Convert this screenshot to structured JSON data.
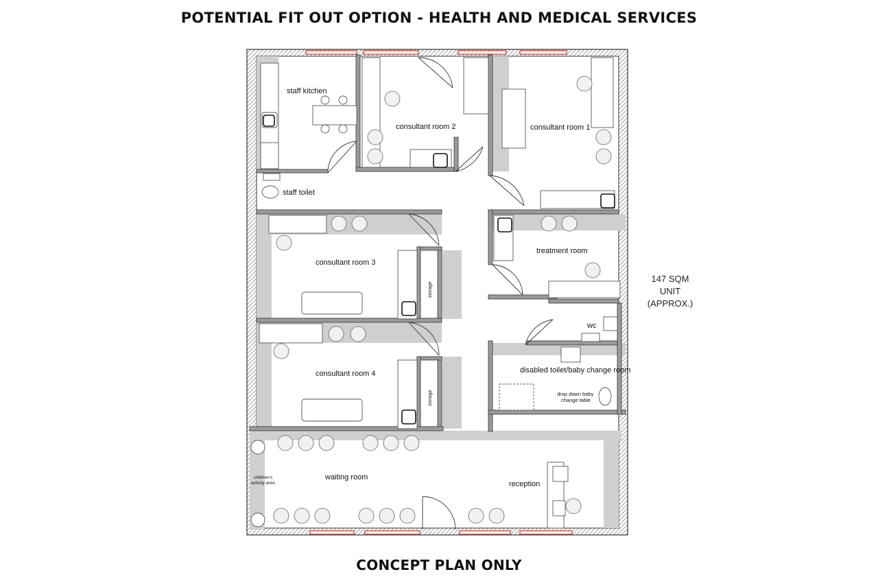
{
  "header": {
    "title": "POTENTIAL FIT OUT OPTION - HEALTH AND MEDICAL SERVICES"
  },
  "footer": {
    "caption": "CONCEPT PLAN ONLY"
  },
  "unit_area": {
    "line1": "147 SQM",
    "line2": "UNIT",
    "line3": "(APPROX.)"
  },
  "rooms": {
    "staff_kitchen": "staff kitchen",
    "consultant_room_2": "consultant room 2",
    "consultant_room_1": "consultant room 1",
    "staff_toilet": "staff toilet",
    "consultant_room_3": "consultant room 3",
    "treatment_room": "treatment room",
    "wc": "wc",
    "consultant_room_4": "consultant room 4",
    "disabled_toilet": "disabled toilet/baby change room",
    "waiting_room": "waiting room",
    "reception": "reception"
  },
  "annotations": {
    "storage_upper": "storage",
    "storage_lower": "storage",
    "baby_change_1": "drop down baby",
    "baby_change_2": "change table",
    "childrens_area_1": "children's",
    "childrens_area_2": "activity area"
  }
}
